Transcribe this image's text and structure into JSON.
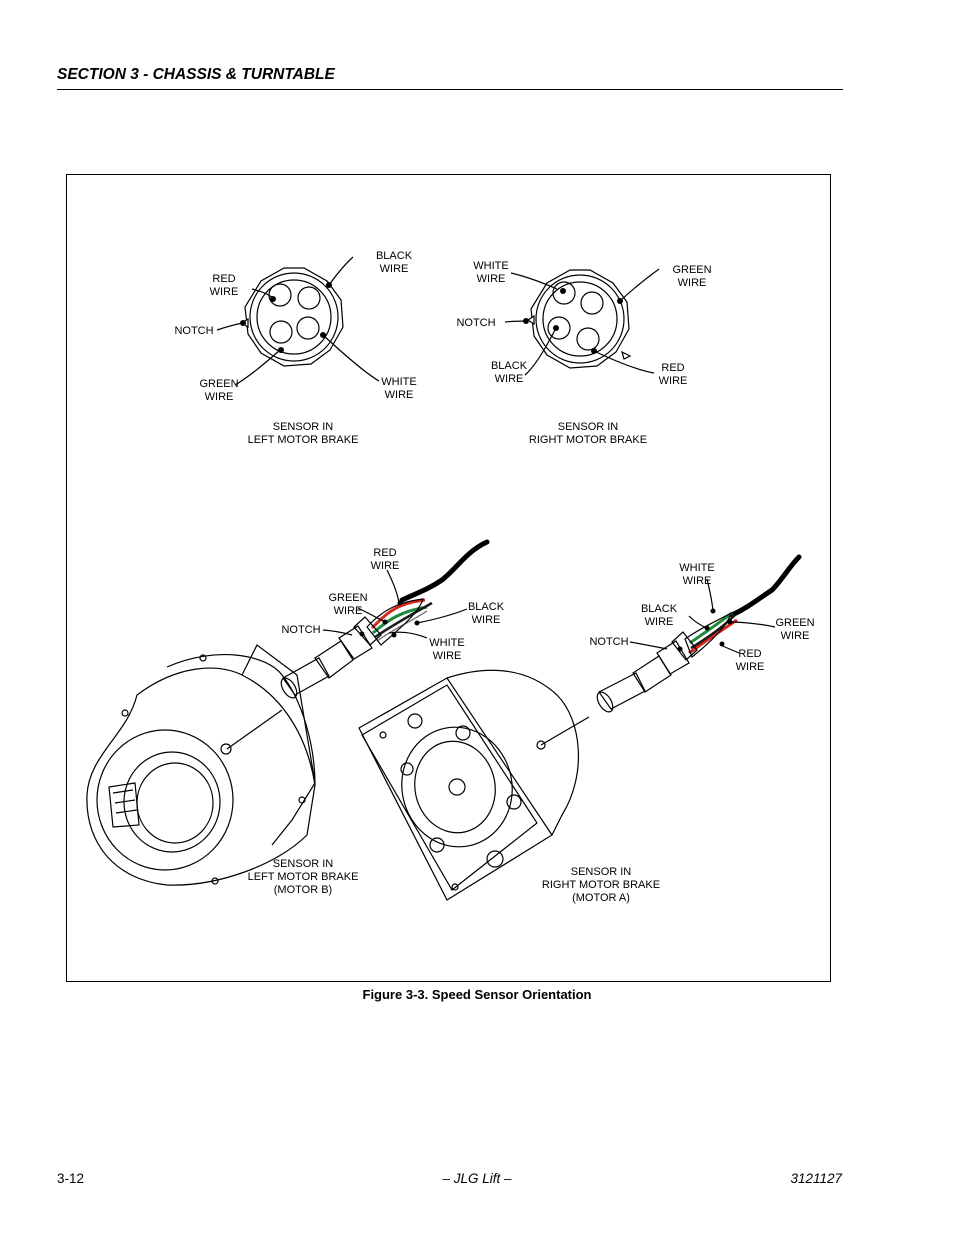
{
  "header": {
    "section_title": "SECTION 3 - CHASSIS & TURNTABLE"
  },
  "figure": {
    "caption": "Figure 3-3.  Speed Sensor Orientation",
    "top_left": {
      "red_wire": [
        "RED",
        "WIRE"
      ],
      "black_wire": [
        "BLACK",
        "WIRE"
      ],
      "notch": "NOTCH",
      "green_wire": [
        "GREEN",
        "WIRE"
      ],
      "white_wire": [
        "WHITE",
        "WIRE"
      ],
      "caption": [
        "SENSOR IN",
        "LEFT MOTOR BRAKE"
      ]
    },
    "top_right": {
      "white_wire": [
        "WHITE",
        "WIRE"
      ],
      "green_wire": [
        "GREEN",
        "WIRE"
      ],
      "notch": "NOTCH",
      "black_wire": [
        "BLACK",
        "WIRE"
      ],
      "red_wire": [
        "RED",
        "WIRE"
      ],
      "caption": [
        "SENSOR IN",
        "RIGHT MOTOR BRAKE"
      ]
    },
    "bottom_left": {
      "red_wire": [
        "RED",
        "WIRE"
      ],
      "green_wire": [
        "GREEN",
        "WIRE"
      ],
      "black_wire": [
        "BLACK",
        "WIRE"
      ],
      "notch": "NOTCH",
      "white_wire": [
        "WHITE",
        "WIRE"
      ],
      "caption": [
        "SENSOR IN",
        "LEFT MOTOR BRAKE",
        "(MOTOR B)"
      ]
    },
    "bottom_right": {
      "white_wire": [
        "WHITE",
        "WIRE"
      ],
      "black_wire": [
        "BLACK",
        "WIRE"
      ],
      "green_wire": [
        "GREEN",
        "WIRE"
      ],
      "notch": "NOTCH",
      "red_wire": [
        "RED",
        "WIRE"
      ],
      "caption": [
        "SENSOR IN",
        "RIGHT MOTOR BRAKE",
        "(MOTOR A)"
      ]
    },
    "colors": {
      "red_wire": "#d6281e",
      "green_wire": "#1e8a3c",
      "black_wire": "#1a1a1a"
    }
  },
  "footer": {
    "page_number": "3-12",
    "center": "– JLG Lift –",
    "doc_number": "3121127"
  }
}
